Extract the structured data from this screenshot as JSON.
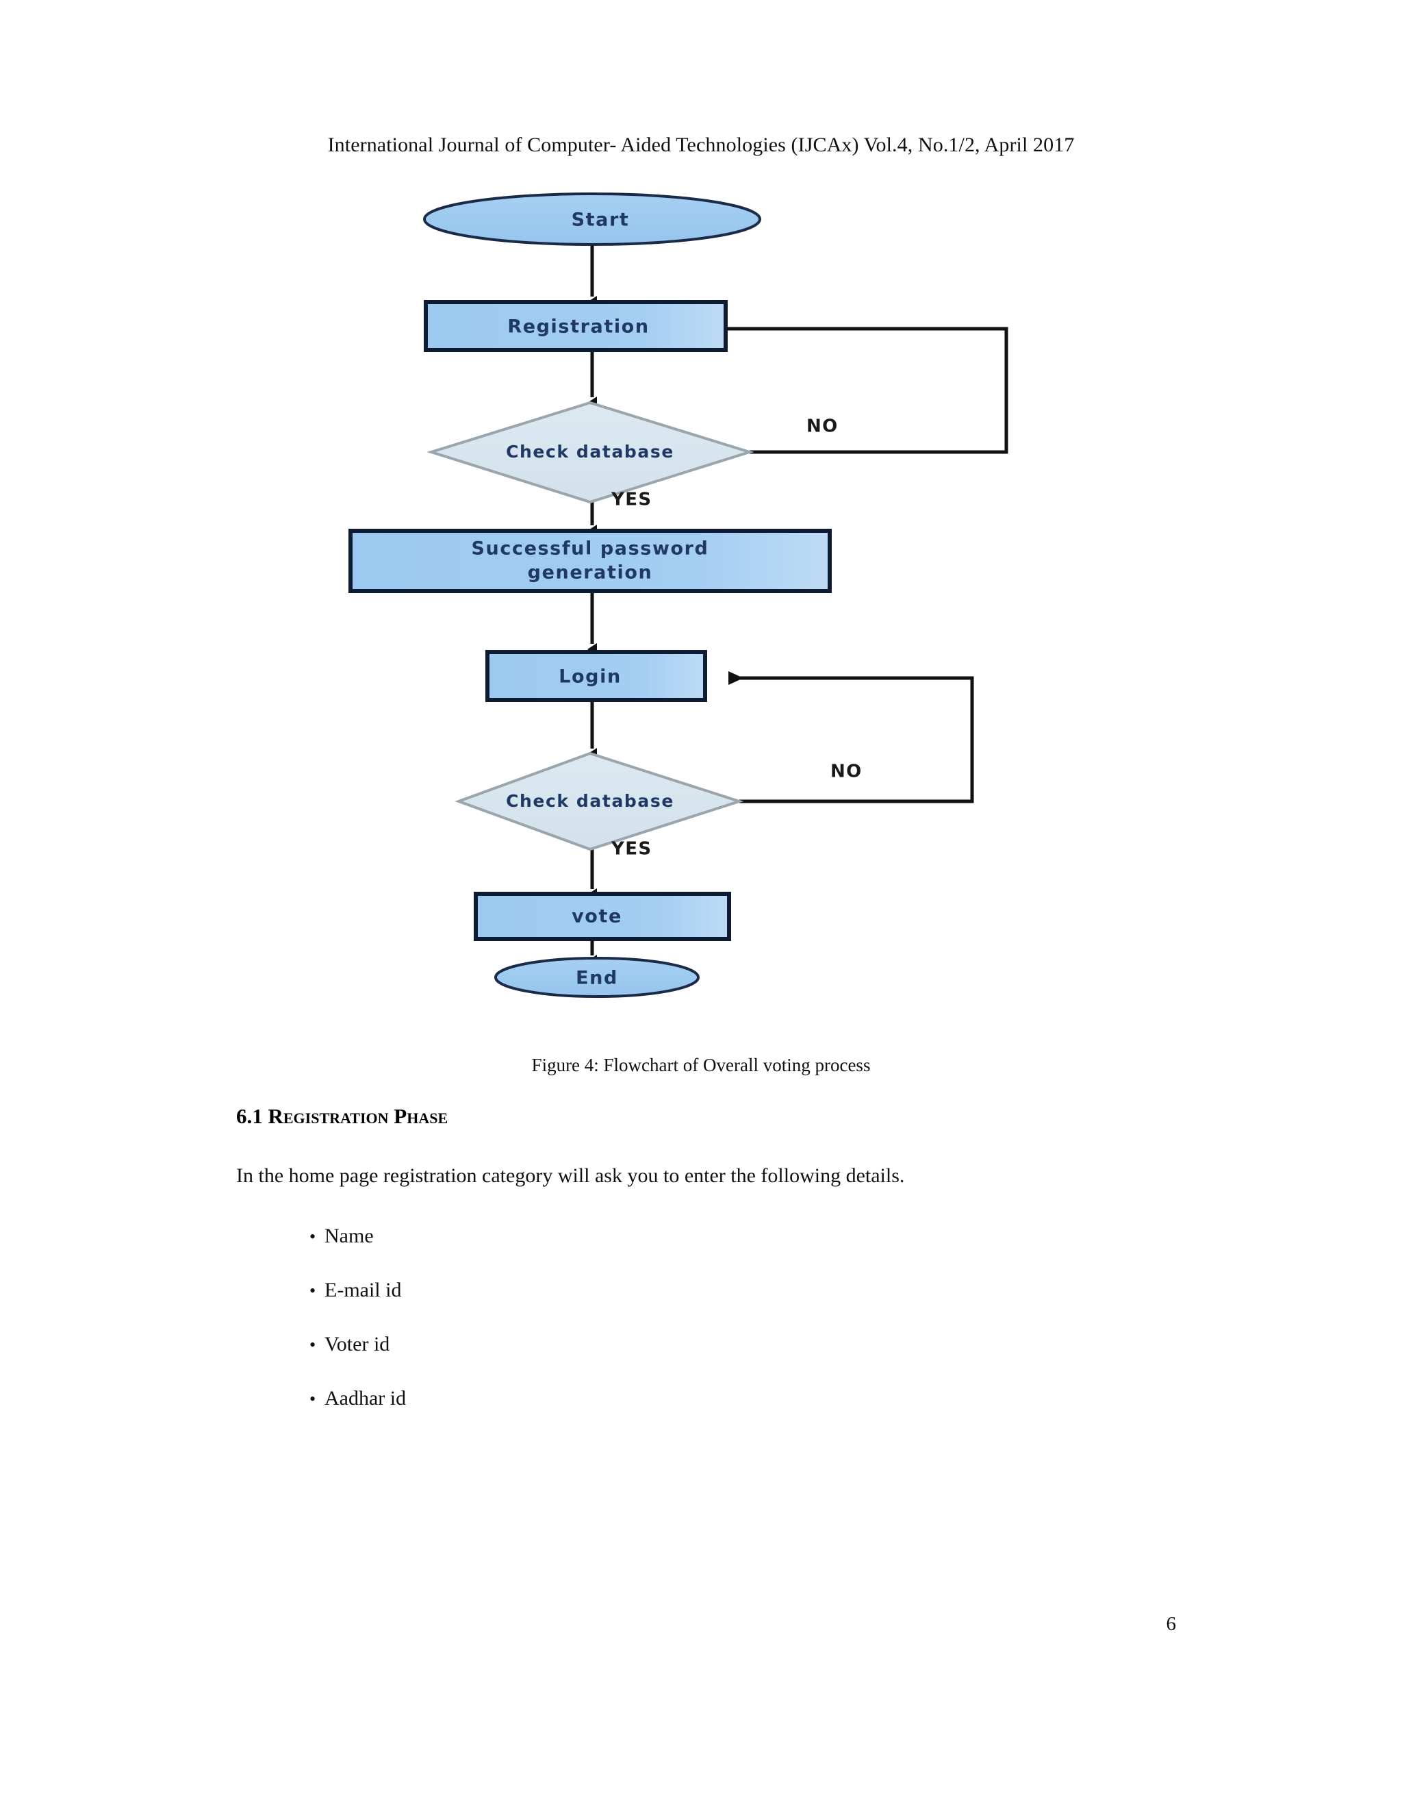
{
  "document": {
    "running_header": "International Journal of Computer- Aided Technologies (IJCAx) Vol.4, No.1/2, April 2017",
    "page_number": "6"
  },
  "figure": {
    "caption": "Figure 4: Flowchart of Overall voting process",
    "nodes": {
      "start": "Start",
      "registration": "Registration",
      "check_database_1": "Check database",
      "password_generation_line1": "Successful password",
      "password_generation_line2": "generation",
      "login": "Login",
      "check_database_2": "Check database",
      "vote": "vote",
      "end": "End"
    },
    "branch_labels": {
      "no_1": "NO",
      "yes_1": "YES",
      "no_2": "NO",
      "yes_2": "YES"
    },
    "colors": {
      "process_fill": "#9CC9F0",
      "terminator_fill": "#9CC9F0",
      "decision_fill": "#D9E6EE",
      "process_stroke": "#0d1b33",
      "decision_stroke": "#9aa5ad",
      "label_text": "#1f3864",
      "connector": "#111111"
    }
  },
  "section": {
    "number": "6.1",
    "title": "Registration Phase",
    "paragraph": "In the home page registration category will ask you to enter the following details.",
    "bullets": [
      {
        "marker": "•",
        "label": "Name"
      },
      {
        "marker": "•",
        "label": "E-mail id"
      },
      {
        "marker": "•",
        "label": "Voter id"
      },
      {
        "marker": "•",
        "label": "Aadhar id"
      }
    ]
  },
  "chart_data": {
    "type": "diagram",
    "title": "Figure 4: Flowchart of Overall voting process",
    "nodes": [
      {
        "id": "start",
        "label": "Start",
        "shape": "terminator"
      },
      {
        "id": "registration",
        "label": "Registration",
        "shape": "process"
      },
      {
        "id": "check1",
        "label": "Check database",
        "shape": "decision"
      },
      {
        "id": "password",
        "label": "Successful password generation",
        "shape": "process"
      },
      {
        "id": "login",
        "label": "Login",
        "shape": "process"
      },
      {
        "id": "check2",
        "label": "Check database",
        "shape": "decision"
      },
      {
        "id": "vote",
        "label": "vote",
        "shape": "process"
      },
      {
        "id": "end",
        "label": "End",
        "shape": "terminator"
      }
    ],
    "edges": [
      {
        "from": "start",
        "to": "registration",
        "label": ""
      },
      {
        "from": "registration",
        "to": "check1",
        "label": ""
      },
      {
        "from": "check1",
        "to": "registration",
        "label": "NO"
      },
      {
        "from": "check1",
        "to": "password",
        "label": "YES"
      },
      {
        "from": "password",
        "to": "login",
        "label": ""
      },
      {
        "from": "login",
        "to": "check2",
        "label": ""
      },
      {
        "from": "check2",
        "to": "login",
        "label": "NO"
      },
      {
        "from": "check2",
        "to": "vote",
        "label": "YES"
      },
      {
        "from": "vote",
        "to": "end",
        "label": ""
      }
    ]
  }
}
